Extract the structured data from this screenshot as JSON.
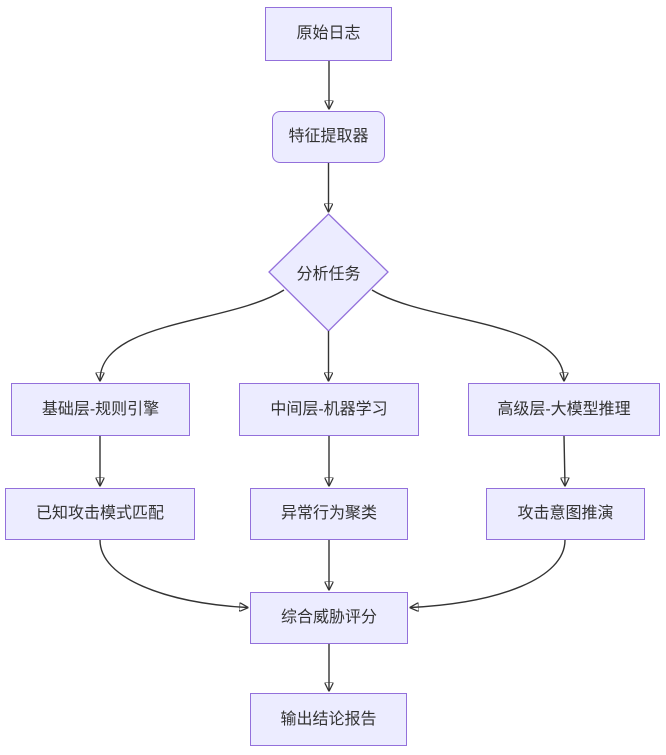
{
  "diagram": {
    "type": "flowchart",
    "direction": "top-down",
    "colors": {
      "node_fill": "#ECECFF",
      "node_border": "#9370DB",
      "edge_stroke": "#333333",
      "text": "#333333",
      "background": "#ffffff"
    },
    "nodes": [
      {
        "id": "raw-logs",
        "label": "原始日志",
        "shape": "rect"
      },
      {
        "id": "feature-extractor",
        "label": "特征提取器",
        "shape": "rounded-rect"
      },
      {
        "id": "analysis-task",
        "label": "分析任务",
        "shape": "diamond"
      },
      {
        "id": "rule-engine-layer",
        "label": "基础层-规则引擎",
        "shape": "rect"
      },
      {
        "id": "machine-learning-layer",
        "label": "中间层-机器学习",
        "shape": "rect"
      },
      {
        "id": "llm-reasoning-layer",
        "label": "高级层-大模型推理",
        "shape": "rect"
      },
      {
        "id": "known-attack-pattern-matching",
        "label": "已知攻击模式匹配",
        "shape": "rect"
      },
      {
        "id": "anomaly-behavior-clustering",
        "label": "异常行为聚类",
        "shape": "rect"
      },
      {
        "id": "attack-intent-deduction",
        "label": "攻击意图推演",
        "shape": "rect"
      },
      {
        "id": "composite-threat-score",
        "label": "综合威胁评分",
        "shape": "rect"
      },
      {
        "id": "final-report",
        "label": "输出结论报告",
        "shape": "rect"
      }
    ],
    "edges": [
      {
        "from": "raw-logs",
        "to": "feature-extractor"
      },
      {
        "from": "feature-extractor",
        "to": "analysis-task"
      },
      {
        "from": "analysis-task",
        "to": "rule-engine-layer"
      },
      {
        "from": "analysis-task",
        "to": "machine-learning-layer"
      },
      {
        "from": "analysis-task",
        "to": "llm-reasoning-layer"
      },
      {
        "from": "rule-engine-layer",
        "to": "known-attack-pattern-matching"
      },
      {
        "from": "machine-learning-layer",
        "to": "anomaly-behavior-clustering"
      },
      {
        "from": "llm-reasoning-layer",
        "to": "attack-intent-deduction"
      },
      {
        "from": "known-attack-pattern-matching",
        "to": "composite-threat-score"
      },
      {
        "from": "anomaly-behavior-clustering",
        "to": "composite-threat-score"
      },
      {
        "from": "attack-intent-deduction",
        "to": "composite-threat-score"
      },
      {
        "from": "composite-threat-score",
        "to": "final-report"
      }
    ]
  }
}
